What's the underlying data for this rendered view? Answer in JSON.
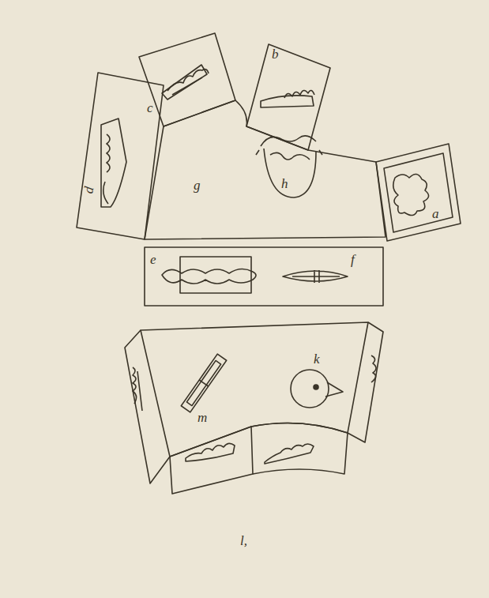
{
  "diagram": {
    "labels": [
      "d",
      "c",
      "b",
      "a",
      "g",
      "h",
      "e",
      "f",
      "k",
      "m",
      "l,"
    ]
  }
}
